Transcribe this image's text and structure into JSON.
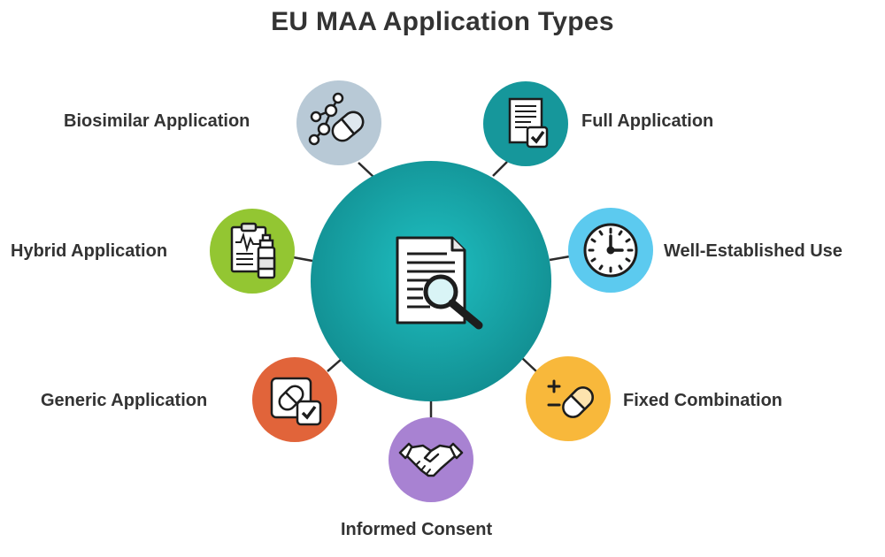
{
  "title": "EU MAA Application Types",
  "center": {
    "icon": "document-magnifier-icon",
    "color": "#16a5a7"
  },
  "nodes": [
    {
      "id": "biosimilar",
      "label": "Biosimilar Application",
      "icon": "molecule-capsule-icon",
      "color": "#b8c9d6"
    },
    {
      "id": "full",
      "label": "Full Application",
      "icon": "document-check-icon",
      "color": "#16979b"
    },
    {
      "id": "hybrid",
      "label": "Hybrid Application",
      "icon": "clipboard-vial-icon",
      "color": "#93c632"
    },
    {
      "id": "well-established",
      "label": "Well-Established Use",
      "icon": "clock-icon",
      "color": "#5ccaef"
    },
    {
      "id": "generic",
      "label": "Generic Application",
      "icon": "pill-check-icon",
      "color": "#e1643a"
    },
    {
      "id": "fixed",
      "label": "Fixed Combination",
      "icon": "plus-minus-capsule-icon",
      "color": "#f8b83b"
    },
    {
      "id": "consent",
      "label": "Informed Consent",
      "icon": "handshake-icon",
      "color": "#a882d2"
    }
  ]
}
